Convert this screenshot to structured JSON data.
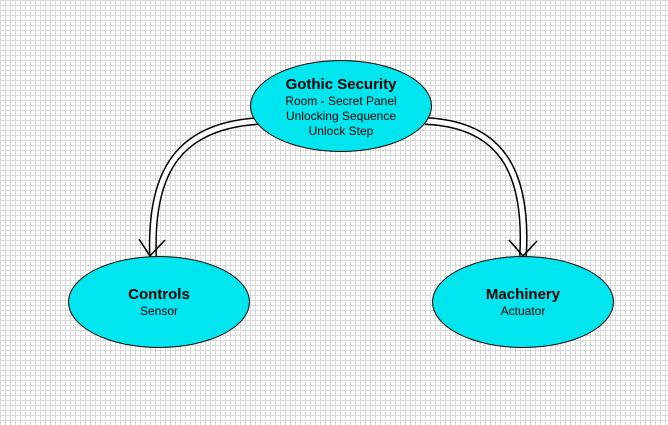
{
  "colors": {
    "node_fill": "#00e5ee",
    "outline": "#000000",
    "grid": "#d9d9d9",
    "background": "#ffffff"
  },
  "nodes": {
    "top": {
      "title": "Gothic Security",
      "lines": [
        "Room - Secret Panel",
        "Unlocking Sequence",
        "Unlock Step"
      ]
    },
    "left": {
      "title": "Controls",
      "lines": [
        "Sensor"
      ]
    },
    "right": {
      "title": "Machinery",
      "lines": [
        "Actuator"
      ]
    }
  },
  "edges": [
    {
      "from": "top",
      "to": "left",
      "style": "double-line",
      "arrowhead": "open"
    },
    {
      "from": "top",
      "to": "right",
      "style": "double-line",
      "arrowhead": "open"
    }
  ]
}
